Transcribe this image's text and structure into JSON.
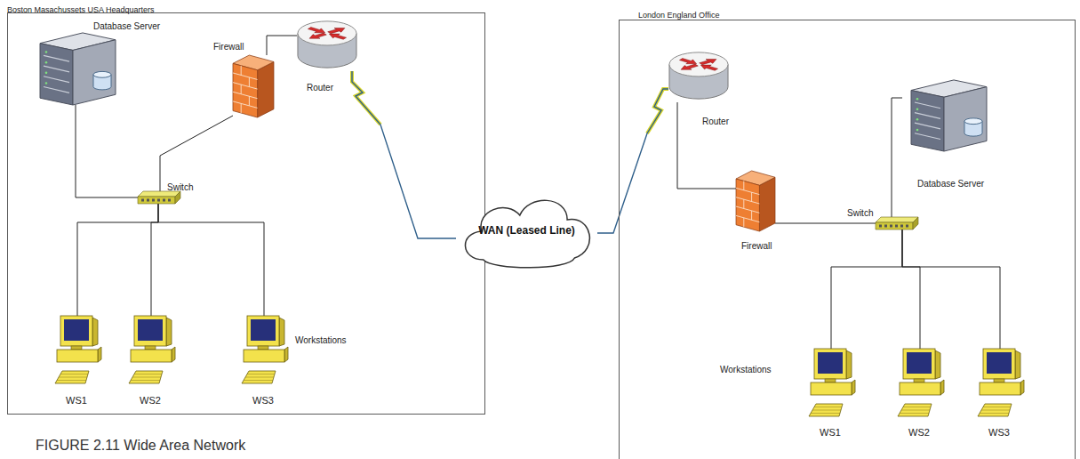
{
  "diagram": {
    "caption": "FIGURE 2.11 Wide Area Network",
    "nodes": [
      {
        "text": [
          "Boston Masachussets USA Headquarters"
        ]
      },
      {
        "text": [
          "Database Server"
        ],
        "in": 0
      },
      {
        "text": [
          "Firewall"
        ],
        "in": 0
      },
      {
        "text": [
          "Router"
        ],
        "in": 0
      },
      {
        "text": [
          "Switch"
        ],
        "in": 0
      },
      {
        "text": [
          "WS1"
        ],
        "in": 0
      },
      {
        "text": [
          "WS2"
        ],
        "in": 0
      },
      {
        "text": [
          "WS3"
        ],
        "in": 0
      },
      {
        "text": [
          "WAN (Leased Line)"
        ]
      },
      {
        "text": [
          "London England Office"
        ]
      },
      {
        "text": [
          "Router"
        ],
        "in": 9
      },
      {
        "text": [
          "Database Server"
        ],
        "in": 9
      },
      {
        "text": [
          "Firewall"
        ],
        "in": 9
      },
      {
        "text": [
          "Switch"
        ],
        "in": 9
      },
      {
        "text": [
          "WS1"
        ],
        "in": 9
      },
      {
        "text": [
          "WS2"
        ],
        "in": 9
      },
      {
        "text": [
          "WS3"
        ],
        "in": 9
      }
    ],
    "edges": [
      {
        "from": 1,
        "to": 4,
        "arrow": "none"
      },
      {
        "from": 4,
        "to": 2,
        "arrow": "none"
      },
      {
        "from": 2,
        "to": 3,
        "arrow": "none"
      },
      {
        "from": 3,
        "to": 8,
        "arrow": "none"
      },
      {
        "from": 4,
        "to": 5,
        "arrow": "none"
      },
      {
        "from": 4,
        "to": 6,
        "arrow": "none"
      },
      {
        "from": 4,
        "to": 7,
        "arrow": "none"
      },
      {
        "from": 8,
        "to": 10,
        "arrow": "none"
      },
      {
        "from": 10,
        "to": 12,
        "arrow": "none"
      },
      {
        "from": 12,
        "to": 13,
        "arrow": "none"
      },
      {
        "from": 13,
        "to": 11,
        "arrow": "none"
      },
      {
        "from": 13,
        "to": 14,
        "arrow": "none"
      },
      {
        "from": 13,
        "to": 15,
        "arrow": "none"
      },
      {
        "from": 13,
        "to": 16,
        "arrow": "none"
      }
    ],
    "labels": [
      "Workstations",
      "Workstations"
    ]
  }
}
